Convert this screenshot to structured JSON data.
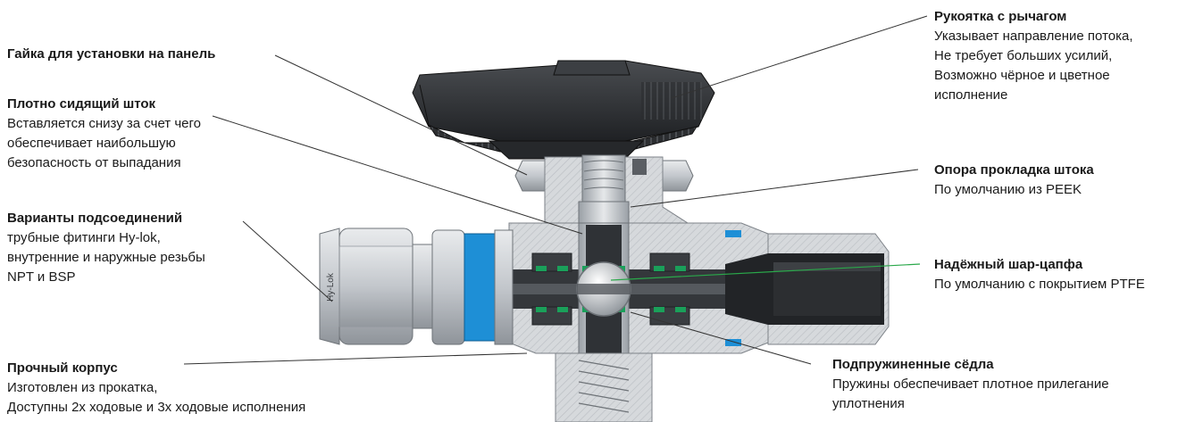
{
  "callouts": {
    "panel_nut": {
      "title": "Гайка для установки на панель"
    },
    "stem": {
      "title": "Плотно сидящий шток",
      "desc": "Вставляется снизу за счет чего\nобеспечивает наибольшую\nбезопасность от выпадания"
    },
    "connections": {
      "title": "Варианты подсоединений",
      "desc": "трубные фитинги Hy-lok,\nвнутренние и наружные резьбы\nNPT и BSP"
    },
    "body": {
      "title": "Прочный корпус",
      "desc": "Изготовлен из прокатка,\nДоступны 2х ходовые и 3х ходовые исполнения"
    },
    "handle": {
      "title": "Рукоятка с рычагом",
      "desc": "Указывает направление потока,\nНе требует больших усилий,\nВозможно чёрное и цветное\nисполнение"
    },
    "stem_packing": {
      "title": "Опора прокладка штока",
      "desc": "По умолчанию из PEEK"
    },
    "trunnion_ball": {
      "title": "Надёжный шар-цапфа",
      "desc": "По умолчанию с покрытием PTFE"
    },
    "seats": {
      "title": "Подпружиненные сёдла",
      "desc": "Пружины обеспечивает плотное прилегание\nуплотнения"
    }
  },
  "brand_mark": "Hy-Lok",
  "colors": {
    "metal": "#c9ccd0",
    "metal_dark": "#8e9399",
    "handle": "#2e3033",
    "accent_blue": "#1e8fd6",
    "seal_green": "#1aa05a",
    "leader_green": "#2aa84a"
  }
}
